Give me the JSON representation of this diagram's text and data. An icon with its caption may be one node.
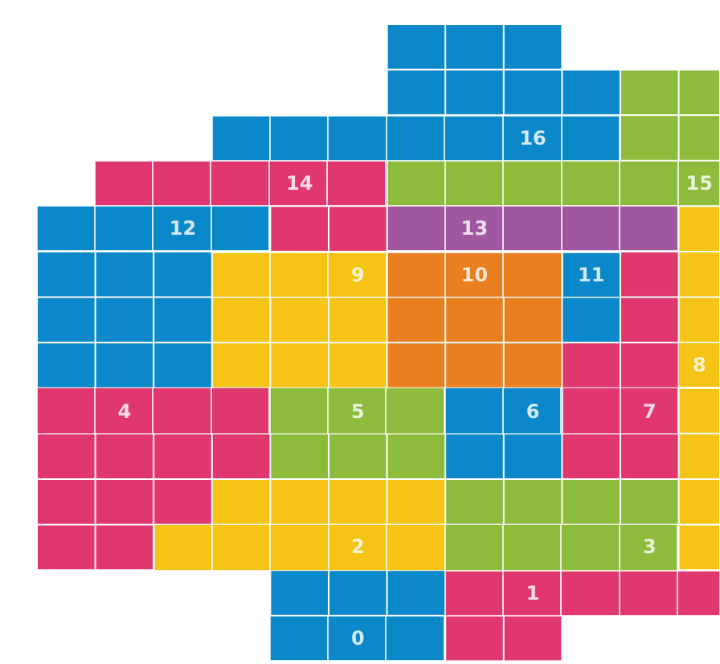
{
  "diagram": {
    "nodes": [
      {
        "text": [
          "0"
        ]
      },
      {
        "text": [
          "1"
        ]
      },
      {
        "text": [
          "2"
        ]
      },
      {
        "text": [
          "3"
        ]
      },
      {
        "text": [
          "4"
        ]
      },
      {
        "text": [
          "5"
        ]
      },
      {
        "text": [
          "6"
        ]
      },
      {
        "text": [
          "7"
        ]
      },
      {
        "text": [
          "8"
        ]
      },
      {
        "text": [
          "9"
        ]
      },
      {
        "text": [
          "10"
        ]
      },
      {
        "text": [
          "11"
        ]
      },
      {
        "text": [
          "12"
        ]
      },
      {
        "text": [
          "13"
        ]
      },
      {
        "text": [
          "14"
        ]
      },
      {
        "text": [
          "15"
        ]
      },
      {
        "text": [
          "16"
        ]
      }
    ]
  }
}
